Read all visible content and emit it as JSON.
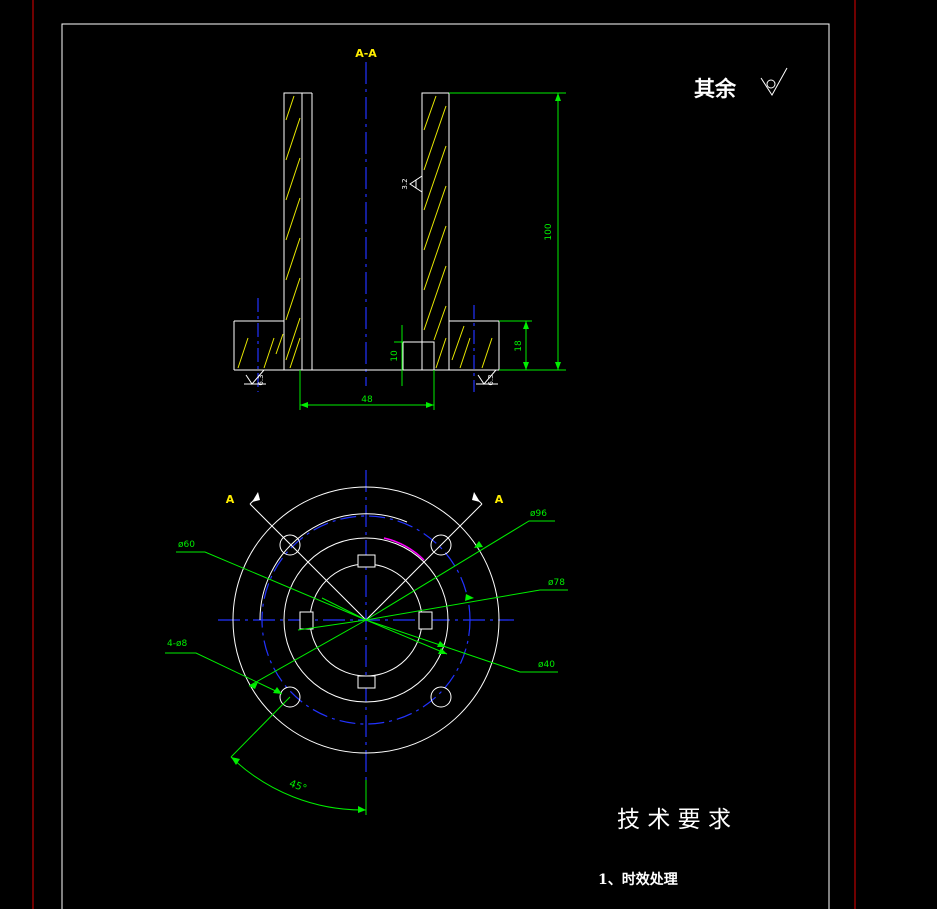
{
  "section_label": "A-A",
  "cut_marks": {
    "left": "A",
    "right": "A"
  },
  "roughness": {
    "others_label": "其余",
    "bore_value": "3.2",
    "flange_left_value": "6.3",
    "flange_right_value": "6.3"
  },
  "dimensions": {
    "height_total": "100",
    "flange_height": "18",
    "key_depth": "10",
    "bore_width": "48",
    "dia_96": "ø96",
    "dia_60": "ø60",
    "dia_78": "ø78",
    "holes": "4-ø8",
    "dia_40": "ø40",
    "angle": "45°"
  },
  "technical_requirements": {
    "title": "技 术 要 求",
    "item_1": "1、时效处理"
  },
  "colors": {
    "outline": "#ffffff",
    "dimension": "#00ff00",
    "centerline": "#0000ff",
    "hatch": "#ffff00",
    "border_red": "#ff0000",
    "arc_highlight": "#ff00ff"
  }
}
